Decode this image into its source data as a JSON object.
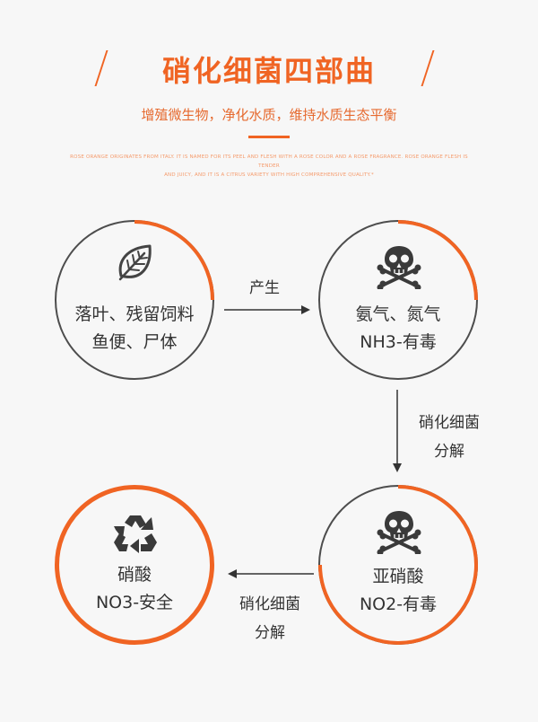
{
  "header": {
    "title": "硝化细菌四部曲",
    "subtitle": "增殖微生物，净化水质，维持水质生态平衡",
    "english_line1": "ROSE ORANGE ORIGINATES FROM ITALY. IT IS NAMED FOR ITS PEEL AND FLESH WITH A ROSE COLOR AND A ROSE FRAGRANCE. ROSE ORANGE FLESH IS TENDER",
    "english_line2": "AND JUICY, AND IT IS A CITRUS VARIETY WITH HIGH COMPREHENSIVE QUALITY.*"
  },
  "nodes": {
    "leaves": {
      "line1": "落叶、残留饲料",
      "line2": "鱼便、尸体",
      "icon": "leaf-icon"
    },
    "ammonia": {
      "line1": "氨气、氮气",
      "line2": "NH3-有毒",
      "icon": "skull-crossbones-icon"
    },
    "nitrite": {
      "line1": "亚硝酸",
      "line2": "NO2-有毒",
      "icon": "skull-crossbones-icon"
    },
    "nitrate": {
      "line1": "硝酸",
      "line2": "NO3-安全",
      "icon": "recycle-icon"
    }
  },
  "edges": {
    "produce": "产生",
    "decompose1_line1": "硝化细菌",
    "decompose1_line2": "分解",
    "decompose2_line1": "硝化细菌",
    "decompose2_line2": "分解"
  },
  "colors": {
    "accent": "#f06423",
    "ring_gray": "#4d4d4d",
    "text": "#333333"
  }
}
